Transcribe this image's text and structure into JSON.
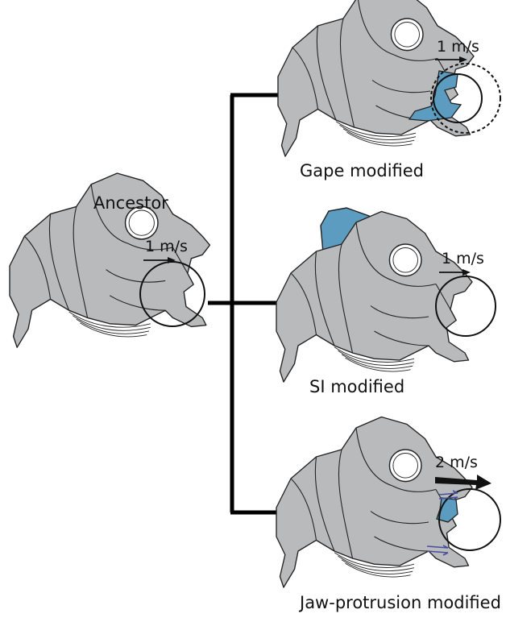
{
  "ancestor": {
    "label": "Ancestor",
    "speed": "1 m/s"
  },
  "variants": [
    {
      "label": "Gape modified",
      "speed": "1 m/s",
      "modified_part": "gape-jaw"
    },
    {
      "label": "SI modified",
      "speed": "1 m/s",
      "modified_part": "cranial-epaxial"
    },
    {
      "label": "Jaw-protrusion modified",
      "speed": "2 m/s",
      "modified_part": "premaxilla"
    }
  ],
  "colors": {
    "skull_fill": "#b9babc",
    "skull_stroke": "#222222",
    "highlight": "#5b9cc0",
    "tree_line": "#000000",
    "protrusion_arrow": "#4a4f9c"
  }
}
